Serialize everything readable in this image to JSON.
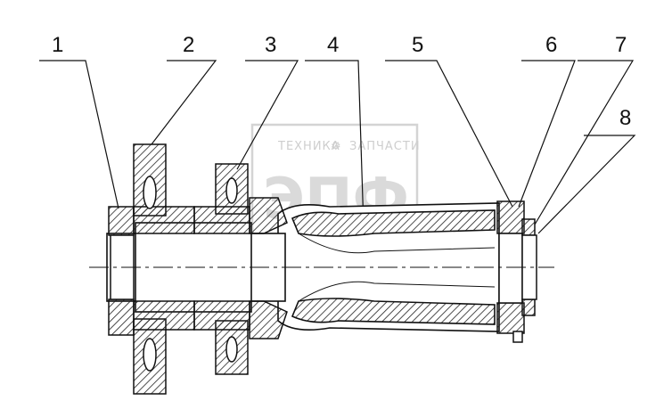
{
  "drawing": {
    "callouts": [
      {
        "label": "1"
      },
      {
        "label": "2"
      },
      {
        "label": "3"
      },
      {
        "label": "4"
      },
      {
        "label": "5"
      },
      {
        "label": "6"
      },
      {
        "label": "7"
      },
      {
        "label": "8"
      }
    ]
  },
  "watermark": {
    "brand_left": "ТЕХНИКА",
    "brand_right": "ЗАПЧАСТИ",
    "logo": "ЭПФ"
  },
  "colors": {
    "line": "#111111",
    "hatch": "#222222",
    "watermark": "#cfcfcf"
  }
}
